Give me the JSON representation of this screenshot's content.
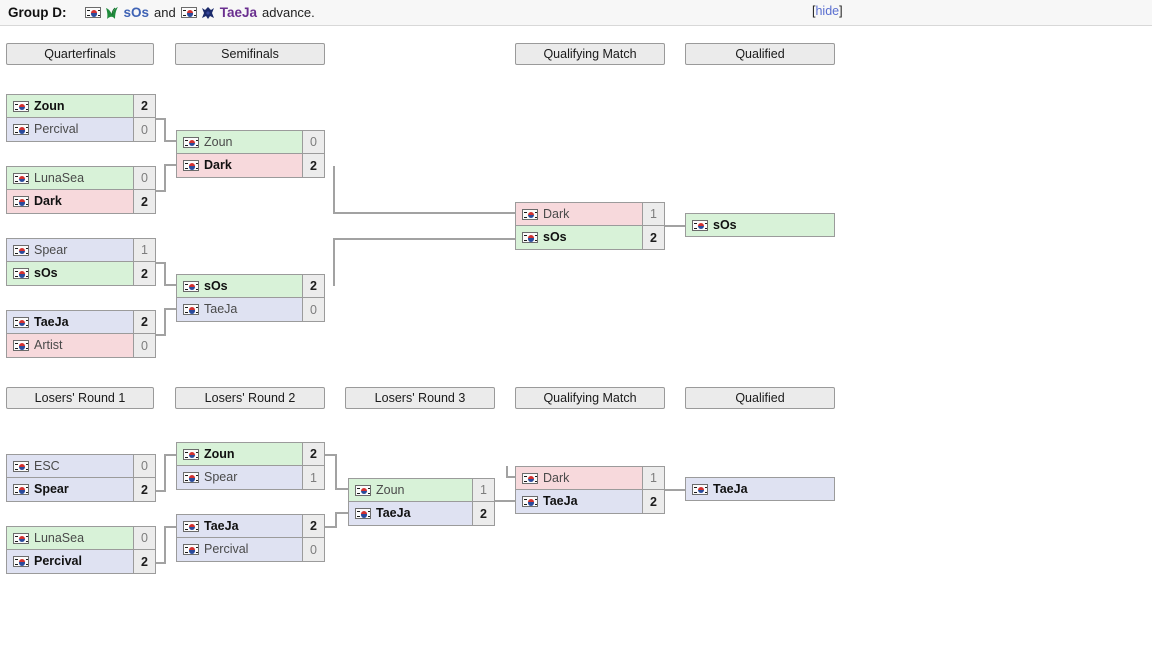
{
  "header": {
    "group_label": "Group D",
    "colon": ":",
    "player1": {
      "name": "sOs",
      "race": "zerg",
      "country": "kr"
    },
    "and": "and",
    "player2": {
      "name": "TaeJa",
      "race": "protoss",
      "country": "kr"
    },
    "advance_text": "advance.",
    "hide": {
      "open_bracket": "[",
      "label": "hide",
      "close_bracket": "]"
    }
  },
  "colors": {
    "terran_bg": "#d8f2d8",
    "protoss_bg": "#dfe2f2",
    "zerg_bg": "#f7d9dc",
    "score_bg": "#ececec",
    "border": "#9b9b9b",
    "connector": "#a2a2a2",
    "round_header_bg": "#ebebeb",
    "link": "#5a6fd0",
    "zerg_name": "#3f63b5",
    "protoss_name": "#6a2f8f"
  },
  "winners_bracket": {
    "round_labels": [
      "Quarterfinals",
      "Semifinals",
      "Qualifying Match",
      "Qualified"
    ],
    "quarterfinals": [
      {
        "teams": [
          {
            "name": "Zoun",
            "score": "2",
            "race": "terran",
            "winner": true
          },
          {
            "name": "Percival",
            "score": "0",
            "race": "protoss",
            "winner": false
          }
        ]
      },
      {
        "teams": [
          {
            "name": "LunaSea",
            "score": "0",
            "race": "terran",
            "winner": false
          },
          {
            "name": "Dark",
            "score": "2",
            "race": "zerg",
            "winner": true
          }
        ]
      },
      {
        "teams": [
          {
            "name": "Spear",
            "score": "1",
            "race": "protoss",
            "winner": false
          },
          {
            "name": "sOs",
            "score": "2",
            "race": "terran",
            "winner": true
          }
        ]
      },
      {
        "teams": [
          {
            "name": "TaeJa",
            "score": "2",
            "race": "protoss",
            "winner": true
          },
          {
            "name": "Artist",
            "score": "0",
            "race": "zerg",
            "winner": false
          }
        ]
      }
    ],
    "semifinals": [
      {
        "teams": [
          {
            "name": "Zoun",
            "score": "0",
            "race": "terran",
            "winner": false
          },
          {
            "name": "Dark",
            "score": "2",
            "race": "zerg",
            "winner": true
          }
        ]
      },
      {
        "teams": [
          {
            "name": "sOs",
            "score": "2",
            "race": "terran",
            "winner": true
          },
          {
            "name": "TaeJa",
            "score": "0",
            "race": "protoss",
            "winner": false
          }
        ]
      }
    ],
    "qualifying_match": [
      {
        "teams": [
          {
            "name": "Dark",
            "score": "1",
            "race": "zerg",
            "winner": false
          },
          {
            "name": "sOs",
            "score": "2",
            "race": "terran",
            "winner": true
          }
        ]
      }
    ],
    "qualified": [
      {
        "name": "sOs",
        "race": "terran",
        "winner": true
      }
    ]
  },
  "losers_bracket": {
    "round_labels": [
      "Losers' Round 1",
      "Losers' Round 2",
      "Losers' Round 3",
      "Qualifying Match",
      "Qualified"
    ],
    "round1": [
      {
        "teams": [
          {
            "name": "ESC",
            "score": "0",
            "race": "protoss",
            "winner": false
          },
          {
            "name": "Spear",
            "score": "2",
            "race": "protoss",
            "winner": true
          }
        ]
      },
      {
        "teams": [
          {
            "name": "LunaSea",
            "score": "0",
            "race": "terran",
            "winner": false
          },
          {
            "name": "Percival",
            "score": "2",
            "race": "protoss",
            "winner": true
          }
        ]
      }
    ],
    "round2": [
      {
        "teams": [
          {
            "name": "Zoun",
            "score": "2",
            "race": "terran",
            "winner": true
          },
          {
            "name": "Spear",
            "score": "1",
            "race": "protoss",
            "winner": false
          }
        ]
      },
      {
        "teams": [
          {
            "name": "TaeJa",
            "score": "2",
            "race": "protoss",
            "winner": true
          },
          {
            "name": "Percival",
            "score": "0",
            "race": "protoss",
            "winner": false
          }
        ]
      }
    ],
    "round3": [
      {
        "teams": [
          {
            "name": "Zoun",
            "score": "1",
            "race": "terran",
            "winner": false
          },
          {
            "name": "TaeJa",
            "score": "2",
            "race": "protoss",
            "winner": true
          }
        ]
      }
    ],
    "qualifying_match": [
      {
        "teams": [
          {
            "name": "Dark",
            "score": "1",
            "race": "zerg",
            "winner": false
          },
          {
            "name": "TaeJa",
            "score": "2",
            "race": "protoss",
            "winner": true
          }
        ]
      }
    ],
    "qualified": [
      {
        "name": "TaeJa",
        "race": "protoss",
        "winner": true
      }
    ]
  }
}
